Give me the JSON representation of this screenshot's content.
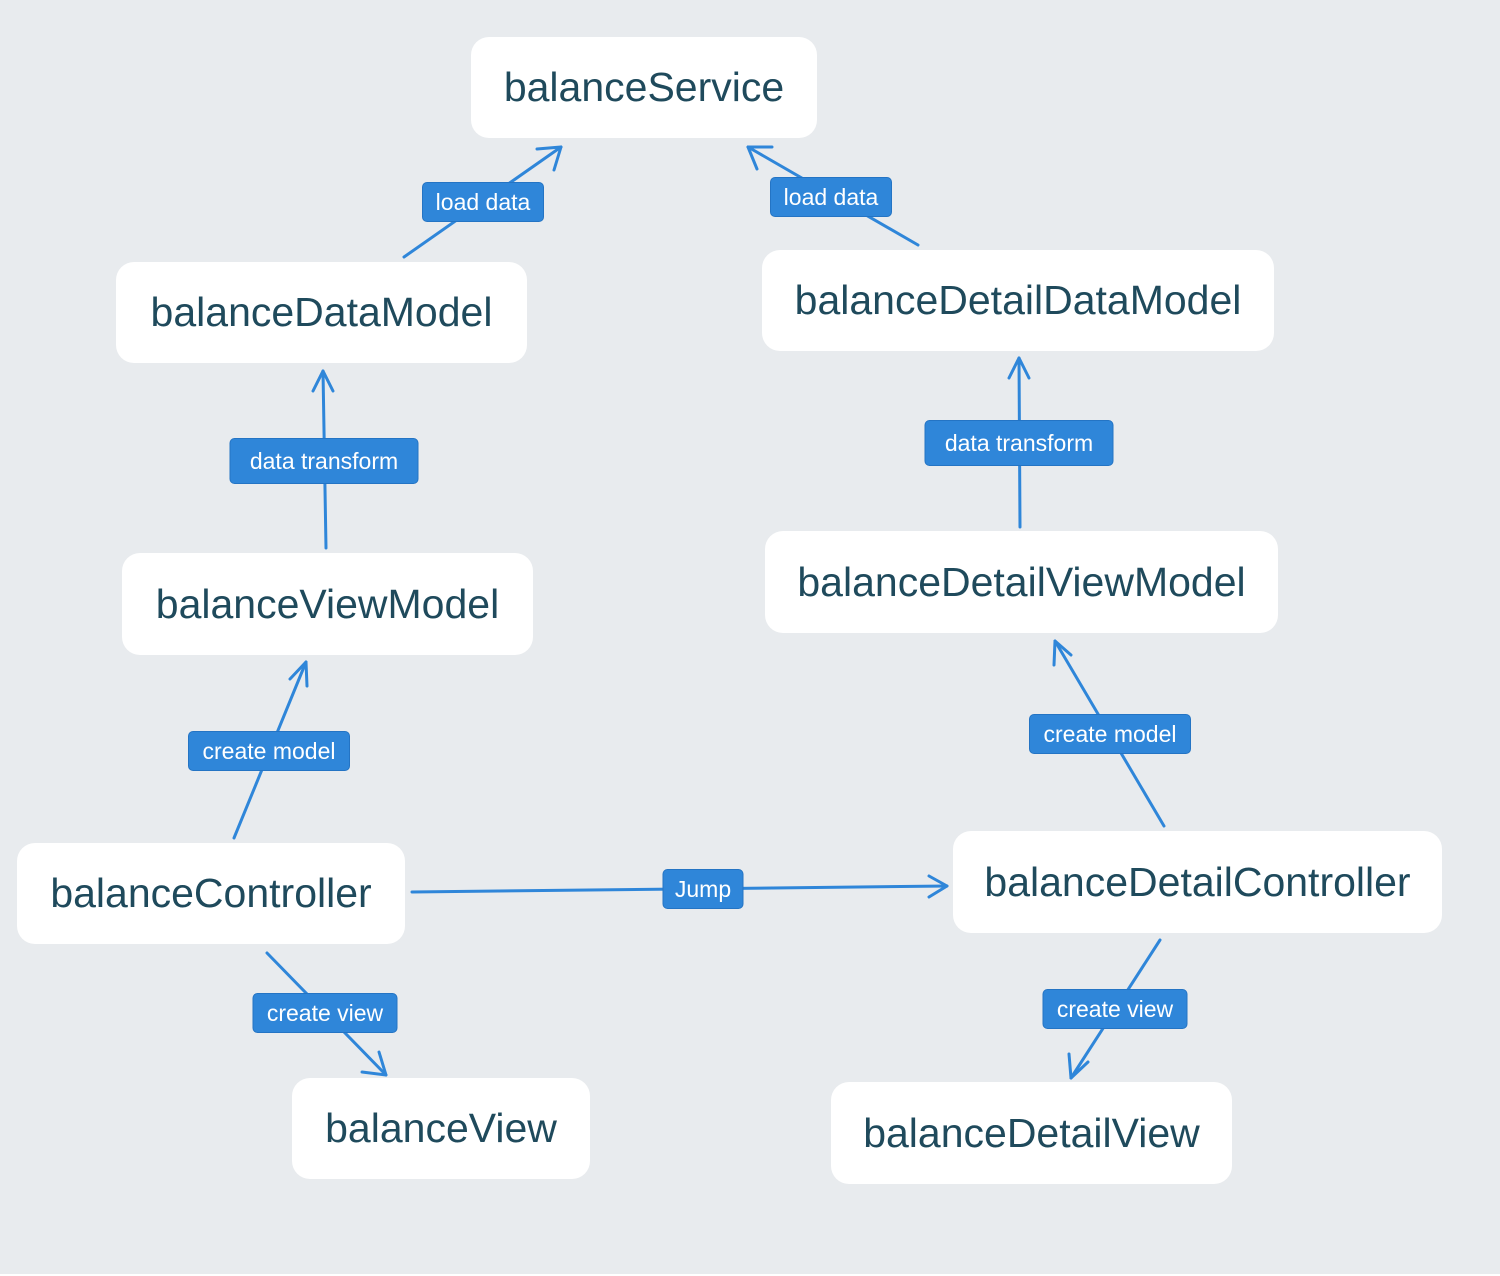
{
  "diagram": {
    "colors": {
      "background": "#e8ebee",
      "node_fill": "#ffffff",
      "node_text": "#1f4a5c",
      "edge": "#2f86d9",
      "edge_label_fill": "#2f86d9",
      "edge_label_text": "#ffffff"
    },
    "nodes": {
      "balance_service": "balanceService",
      "balance_data_model": "balanceDataModel",
      "balance_detail_data_model": "balanceDetailDataModel",
      "balance_view_model": "balanceViewModel",
      "balance_detail_view_model": "balanceDetailViewModel",
      "balance_controller": "balanceController",
      "balance_detail_controller": "balanceDetailController",
      "balance_view": "balanceView",
      "balance_detail_view": "balanceDetailView"
    },
    "edges": [
      {
        "from": "balanceDataModel",
        "to": "balanceService",
        "label": "load data"
      },
      {
        "from": "balanceDetailDataModel",
        "to": "balanceService",
        "label": "load data"
      },
      {
        "from": "balanceViewModel",
        "to": "balanceDataModel",
        "label": "data transform"
      },
      {
        "from": "balanceDetailViewModel",
        "to": "balanceDetailDataModel",
        "label": "data transform"
      },
      {
        "from": "balanceController",
        "to": "balanceViewModel",
        "label": "create model"
      },
      {
        "from": "balanceDetailController",
        "to": "balanceDetailViewModel",
        "label": "create model"
      },
      {
        "from": "balanceController",
        "to": "balanceDetailController",
        "label": "Jump"
      },
      {
        "from": "balanceController",
        "to": "balanceView",
        "label": "create view"
      },
      {
        "from": "balanceDetailController",
        "to": "balanceDetailView",
        "label": "create view"
      }
    ]
  }
}
